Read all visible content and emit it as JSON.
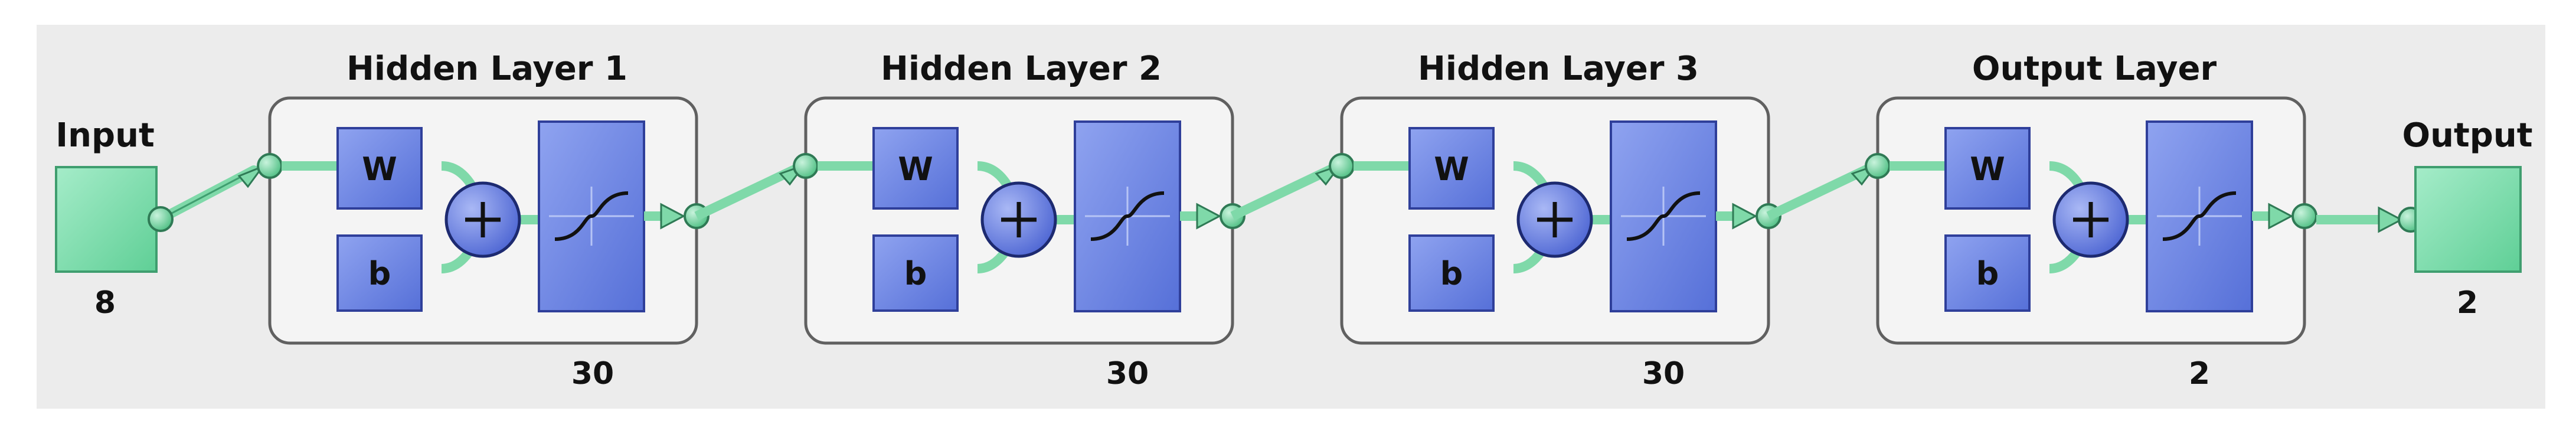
{
  "input": {
    "label": "Input",
    "size": "8"
  },
  "output": {
    "label": "Output",
    "size": "2"
  },
  "layers": [
    {
      "title": "Hidden Layer 1",
      "weight_label": "W",
      "bias_label": "b",
      "size": "30"
    },
    {
      "title": "Hidden Layer 2",
      "weight_label": "W",
      "bias_label": "b",
      "size": "30"
    },
    {
      "title": "Hidden Layer 3",
      "weight_label": "W",
      "bias_label": "b",
      "size": "30"
    },
    {
      "title": "Output Layer",
      "weight_label": "W",
      "bias_label": "b",
      "size": "2"
    }
  ],
  "colors": {
    "panel": "#ececec",
    "block_fill": "#6d86e6",
    "block_edge": "#2f3f9a",
    "io_fill": "#7fe0b0",
    "wire": "#7fd9a9",
    "node": "#5fcf94"
  },
  "icons": [
    "plus-icon",
    "sigmoid-icon",
    "connector-node-icon",
    "arrow-icon"
  ]
}
